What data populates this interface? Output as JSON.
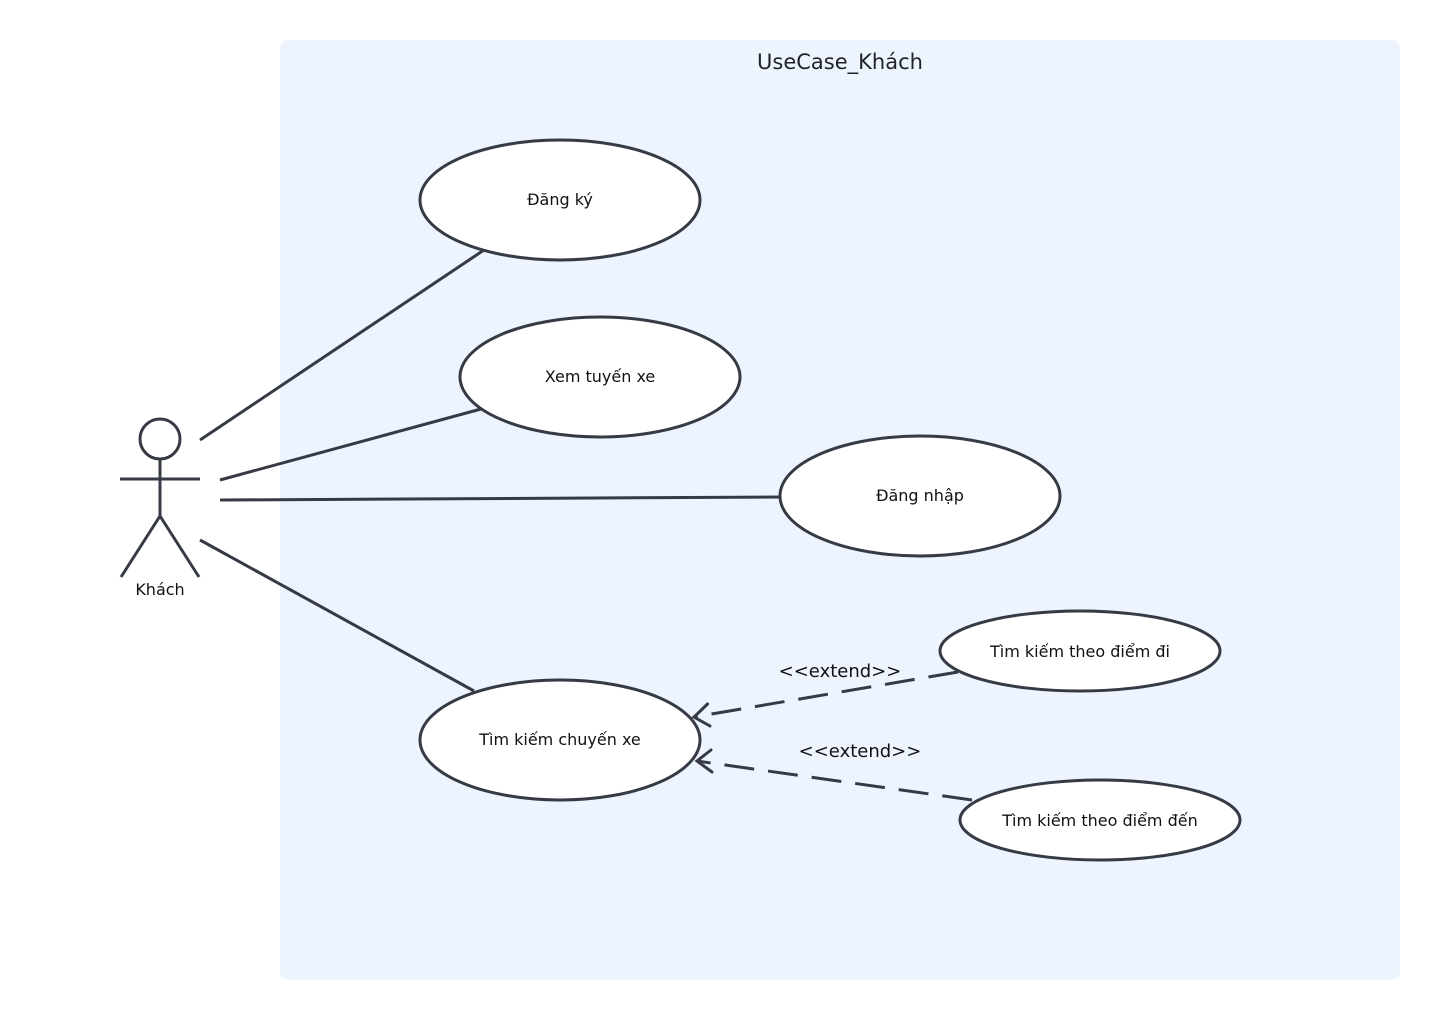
{
  "system": {
    "title": "UseCase_Khách"
  },
  "actor": {
    "name": "Khách"
  },
  "use_cases": {
    "register": "Đăng ký",
    "view_routes": "Xem tuyến xe",
    "login": "Đăng nhập",
    "search_trips": "Tìm kiếm chuyến xe",
    "search_by_departure": "Tìm kiếm theo điểm đi",
    "search_by_destination": "Tìm kiếm theo điểm đến"
  },
  "relations": {
    "extend_departure": "<<extend>>",
    "extend_destination": "<<extend>>"
  }
}
